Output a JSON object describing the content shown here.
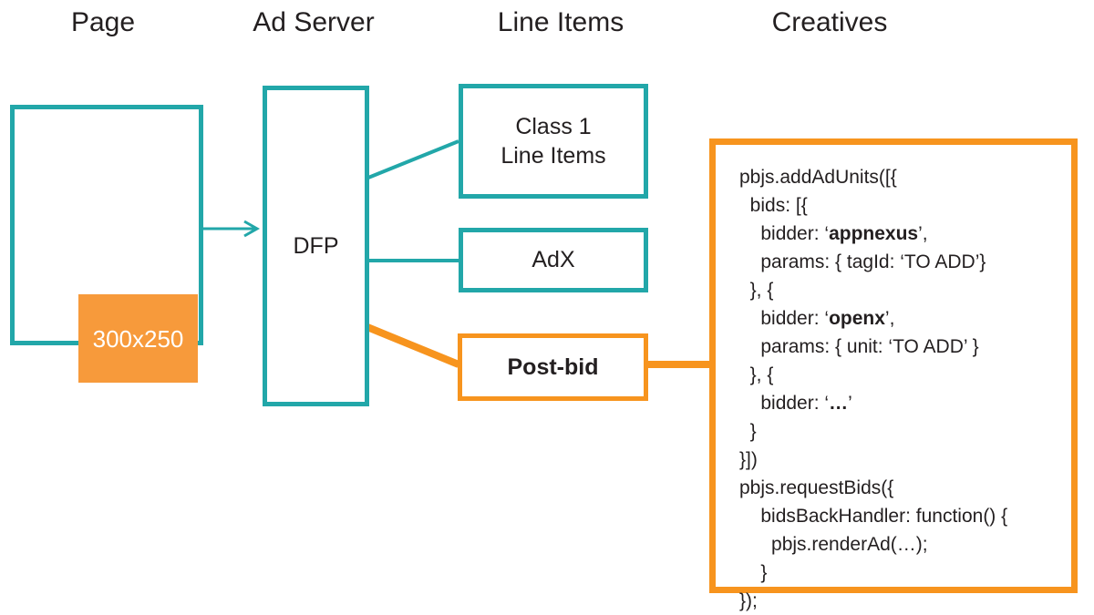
{
  "headers": {
    "page": "Page",
    "ad_server": "Ad Server",
    "line_items": "Line Items",
    "creatives": "Creatives"
  },
  "nodes": {
    "page_box": {
      "label": ""
    },
    "ad_slot": {
      "label": "300x250"
    },
    "dfp": {
      "label": "DFP"
    },
    "class1": {
      "label": "Class 1\nLine Items"
    },
    "adx": {
      "label": "AdX"
    },
    "postbid": {
      "label": "Post-bid"
    }
  },
  "code_block": {
    "lines": [
      {
        "indent": 0,
        "segments": [
          {
            "text": "pbjs.addAdUnits([{",
            "bold": false
          }
        ]
      },
      {
        "indent": 1,
        "segments": [
          {
            "text": "bids: [{",
            "bold": false
          }
        ]
      },
      {
        "indent": 2,
        "segments": [
          {
            "text": "bidder: ‘",
            "bold": false
          },
          {
            "text": "appnexus",
            "bold": true
          },
          {
            "text": "’,",
            "bold": false
          }
        ]
      },
      {
        "indent": 2,
        "segments": [
          {
            "text": "params: { tagId: ‘TO ADD’}",
            "bold": false
          }
        ]
      },
      {
        "indent": 1,
        "segments": [
          {
            "text": "}, {",
            "bold": false
          }
        ]
      },
      {
        "indent": 2,
        "segments": [
          {
            "text": "bidder: ‘",
            "bold": false
          },
          {
            "text": "openx",
            "bold": true
          },
          {
            "text": "’,",
            "bold": false
          }
        ]
      },
      {
        "indent": 2,
        "segments": [
          {
            "text": "params: { unit: ‘TO ADD’ }",
            "bold": false
          }
        ]
      },
      {
        "indent": 1,
        "segments": [
          {
            "text": "}, {",
            "bold": false
          }
        ]
      },
      {
        "indent": 2,
        "segments": [
          {
            "text": "bidder: ‘",
            "bold": false
          },
          {
            "text": "…",
            "bold": true
          },
          {
            "text": "’",
            "bold": false
          }
        ]
      },
      {
        "indent": 1,
        "segments": [
          {
            "text": "}",
            "bold": false
          }
        ]
      },
      {
        "indent": 0,
        "segments": [
          {
            "text": "}])",
            "bold": false
          }
        ]
      },
      {
        "indent": 0,
        "segments": [
          {
            "text": "pbjs.requestBids({",
            "bold": false
          }
        ]
      },
      {
        "indent": 2,
        "segments": [
          {
            "text": "bidsBackHandler: function() {",
            "bold": false
          }
        ]
      },
      {
        "indent": 3,
        "segments": [
          {
            "text": "pbjs.renderAd(…);",
            "bold": false
          }
        ]
      },
      {
        "indent": 2,
        "segments": [
          {
            "text": "}",
            "bold": false
          }
        ]
      },
      {
        "indent": 0,
        "segments": [
          {
            "text": "});",
            "bold": false
          }
        ]
      }
    ]
  },
  "colors": {
    "teal": "#22a7a9",
    "orange": "#f7941e",
    "ad_slot_fill": "#f79a3b",
    "text": "#231f20",
    "background": "#ffffff"
  },
  "connectors": [
    {
      "name": "page-to-dfp",
      "color": "teal",
      "style": "arrow"
    },
    {
      "name": "dfp-to-class1",
      "color": "teal",
      "style": "line"
    },
    {
      "name": "dfp-to-adx",
      "color": "teal",
      "style": "line"
    },
    {
      "name": "dfp-to-postbid",
      "color": "orange",
      "style": "line"
    },
    {
      "name": "postbid-to-creatives",
      "color": "orange",
      "style": "line"
    }
  ]
}
